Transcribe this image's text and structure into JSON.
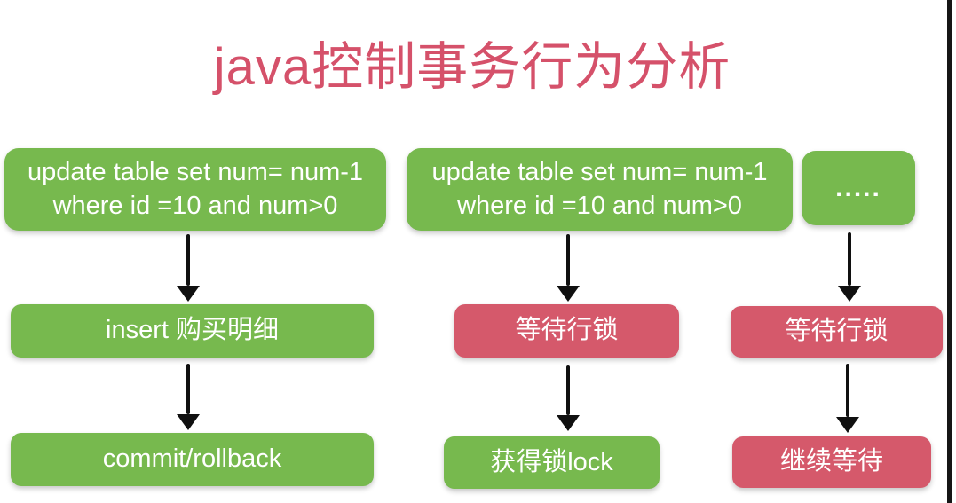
{
  "title": "java控制事务行为分析",
  "colors": {
    "box_green": "#77b94e",
    "box_red": "#d5596b",
    "title_red": "#d5516a",
    "arrow_black": "#101010",
    "box_text": "#ffffff",
    "background": "#ffffff"
  },
  "flows": [
    {
      "name": "transaction-a",
      "nodes": [
        {
          "label_lines": [
            "update table set num= num-1",
            "where id =10 and num>0"
          ],
          "color": "green"
        },
        {
          "label": "insert 购买明细",
          "color": "green"
        },
        {
          "label": "commit/rollback",
          "color": "green"
        }
      ]
    },
    {
      "name": "transaction-b",
      "nodes": [
        {
          "label_lines": [
            "update table set num= num-1",
            "where id =10 and num>0"
          ],
          "color": "green"
        },
        {
          "label": "等待行锁",
          "color": "red"
        },
        {
          "label": "获得锁lock",
          "color": "green"
        }
      ]
    },
    {
      "name": "transaction-c",
      "nodes": [
        {
          "label": ".....",
          "color": "green"
        },
        {
          "label": "等待行锁",
          "color": "red"
        },
        {
          "label": "继续等待",
          "color": "red"
        }
      ]
    }
  ]
}
